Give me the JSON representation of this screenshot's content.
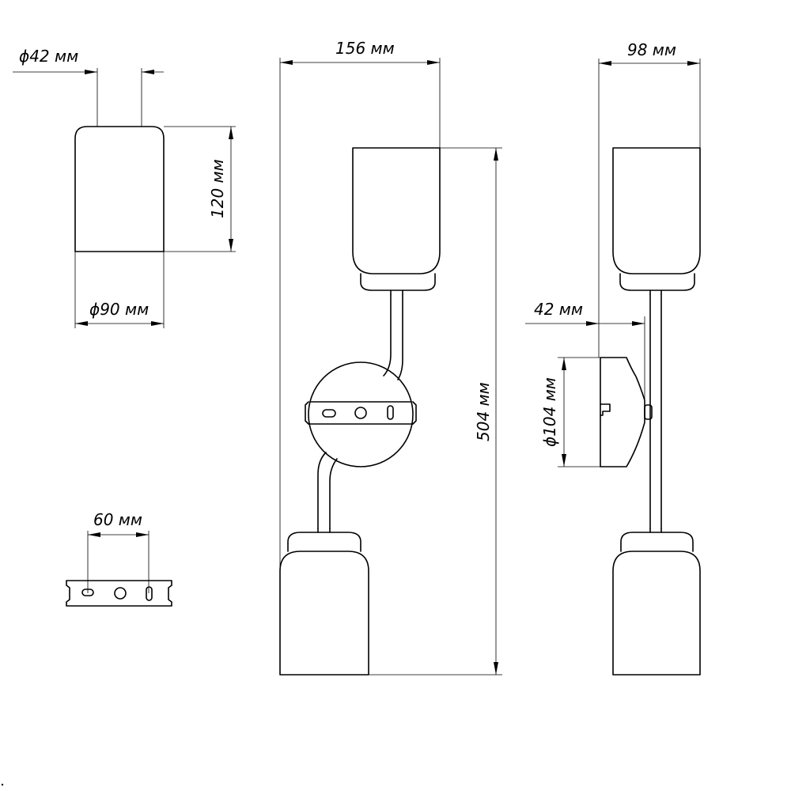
{
  "dimensions": {
    "shade_top_diameter": "ϕ42 мм",
    "shade_height": "120 мм",
    "shade_bottom_diameter": "ϕ90 мм",
    "bracket_width": "60 мм",
    "total_width": "156 мм",
    "total_height": "504 мм",
    "side_depth": "98 мм",
    "wall_offset": "42 мм",
    "base_diameter": "ϕ104 мм"
  }
}
